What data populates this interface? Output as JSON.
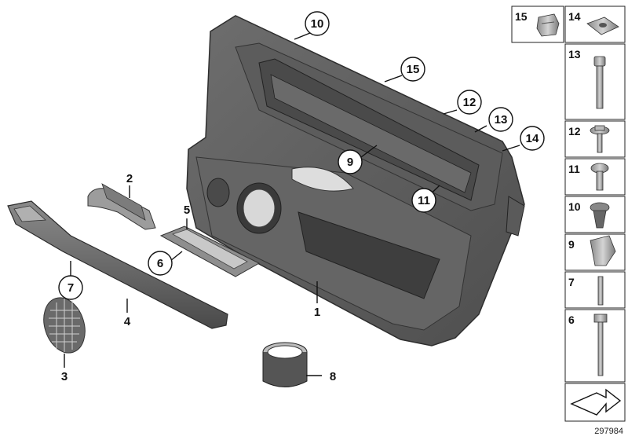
{
  "diagram": {
    "callouts": {
      "c1": "1",
      "c2": "2",
      "c3": "3",
      "c4": "4",
      "c5": "5",
      "c6": "6",
      "c7": "7",
      "c8": "8",
      "c9": "9",
      "c10": "10",
      "c11": "11",
      "c12": "12",
      "c13": "13",
      "c14": "14",
      "c15": "15"
    },
    "parts_panel": {
      "p15": "15",
      "p14": "14",
      "p13": "13",
      "p12": "12",
      "p11": "11",
      "p10": "10",
      "p9": "9",
      "p7": "7",
      "p6": "6"
    },
    "document_number": "297984"
  },
  "colors": {
    "panel_dark": "#5a5a5a",
    "panel_mid": "#7a7a7a",
    "panel_light": "#9a9a9a",
    "metal": "#b8b8b8"
  }
}
